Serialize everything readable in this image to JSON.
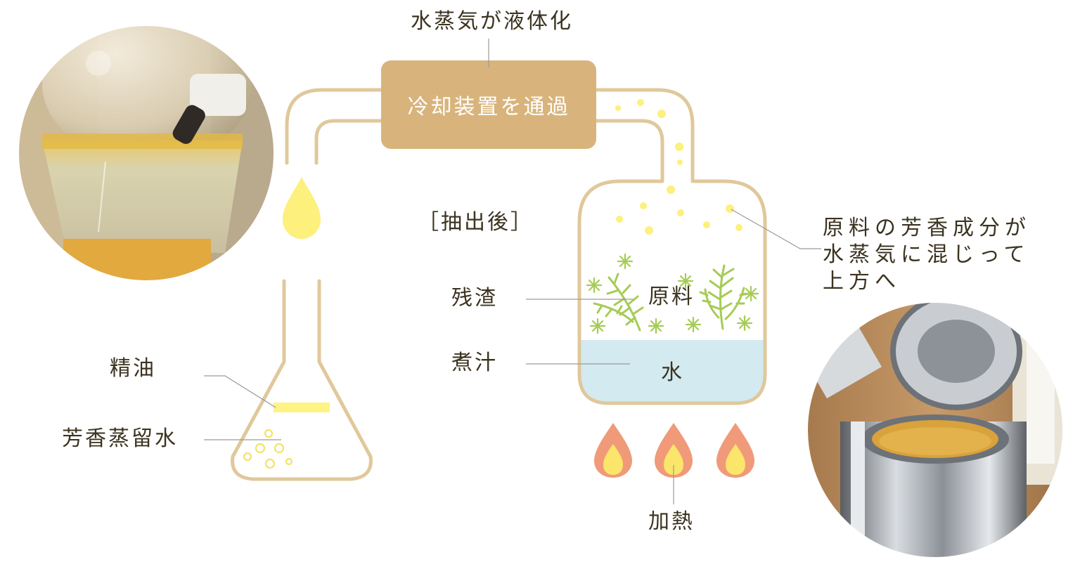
{
  "labels": {
    "condense": "水蒸気が液体化",
    "cooling": "冷却装置を通過",
    "after_extraction": "［抽出後］",
    "residue": "残渣",
    "raw_material": "原料",
    "decoction": "煮汁",
    "water": "水",
    "essential_oil": "精油",
    "aromatic_water": "芳香蒸留水",
    "heating": "加熱",
    "aroma_lines": [
      "原料の芳香成分が",
      "水蒸気に混じって",
      "上方へ"
    ]
  },
  "colors": {
    "pipe": "#e0c89b",
    "box": "#d8b47c",
    "water": "#d3eaf0",
    "oil": "#fff384",
    "droplet": "#fdf07c",
    "bubble": "#f3e26a",
    "flame_outer": "#f09a7a",
    "flame_inner": "#fbe56a",
    "plant": "#a5cc54",
    "leader_line": "#9b9b9b",
    "text": "#3b3320"
  },
  "photos": {
    "left": "glass separator flask with yellow essential oil",
    "right": "open stainless distillation pot with plant material"
  }
}
